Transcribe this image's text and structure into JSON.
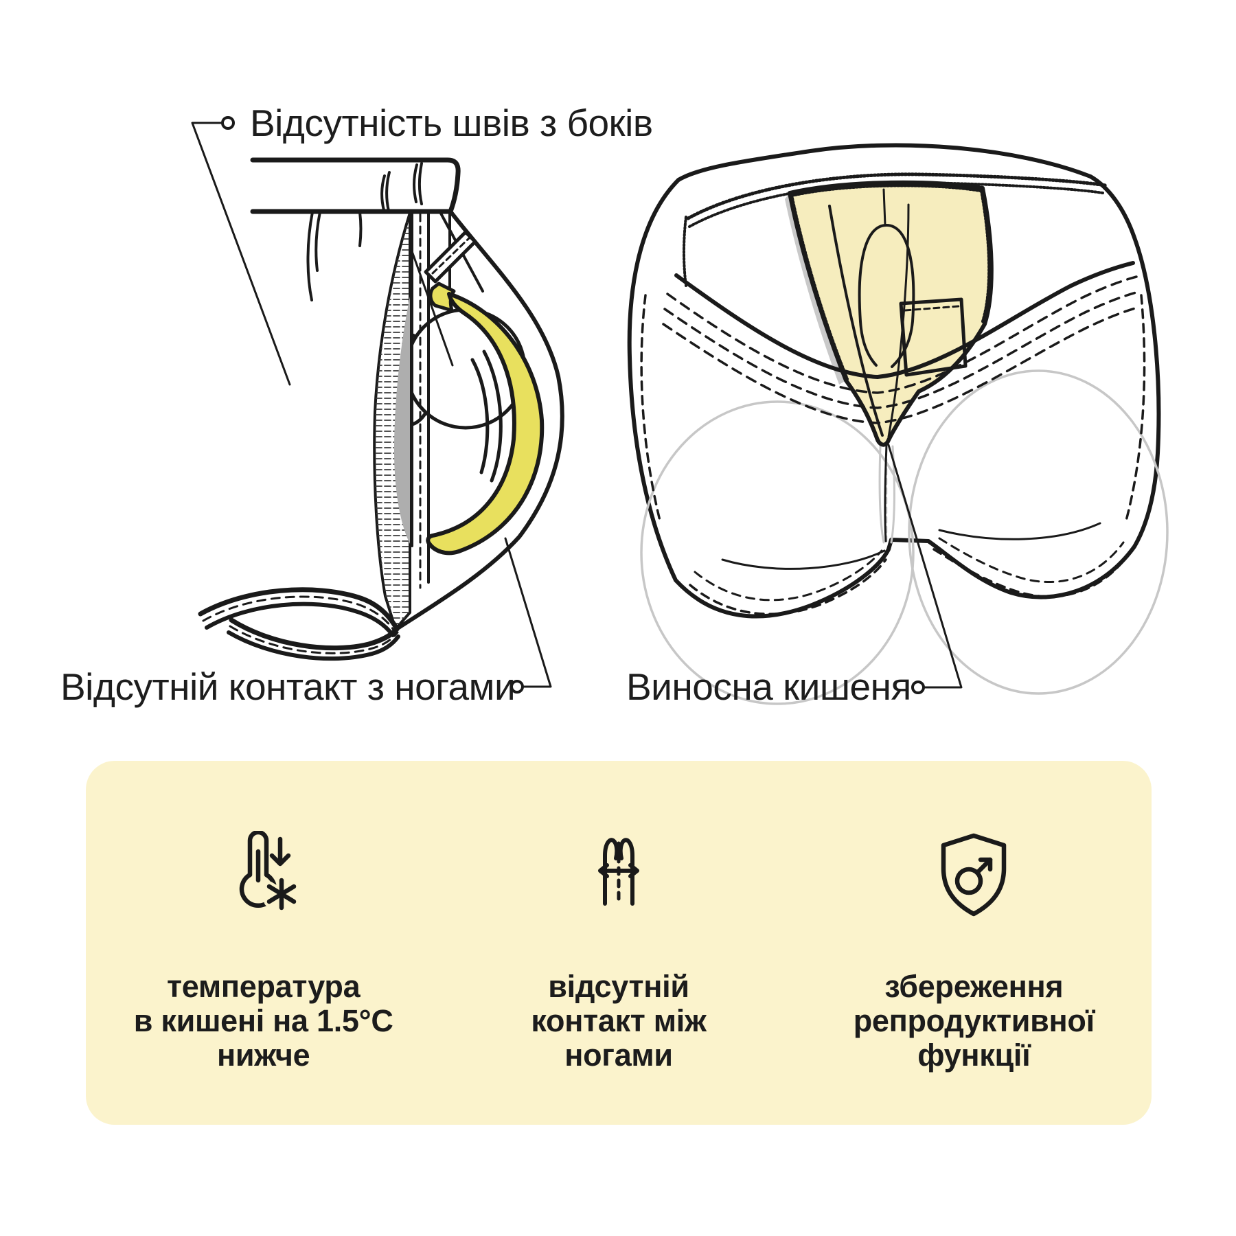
{
  "annotations": {
    "no_side_seams": "Відсутність швів з боків",
    "no_leg_contact": "Відсутній контакт з ногами",
    "external_pocket": "Виносна кишеня"
  },
  "features_panel": {
    "background": "#FBF3CC",
    "items": [
      {
        "icon": "thermometer-freeze-down-icon",
        "text": "температура\nв кишені на 1.5°С\nнижче"
      },
      {
        "icon": "legs-no-contact-icon",
        "text": "відсутній\nконтакт між\nногами"
      },
      {
        "icon": "shield-male-icon",
        "text": "збереження\nрепродуктивної\nфункції"
      }
    ]
  },
  "illustration_colors": {
    "line": "#1a1a1a",
    "banana": "#E8E05E",
    "pouch": "#F6EDBE",
    "shadow_gray": "#AEAEAE",
    "light_gray": "#C7C7C7"
  }
}
